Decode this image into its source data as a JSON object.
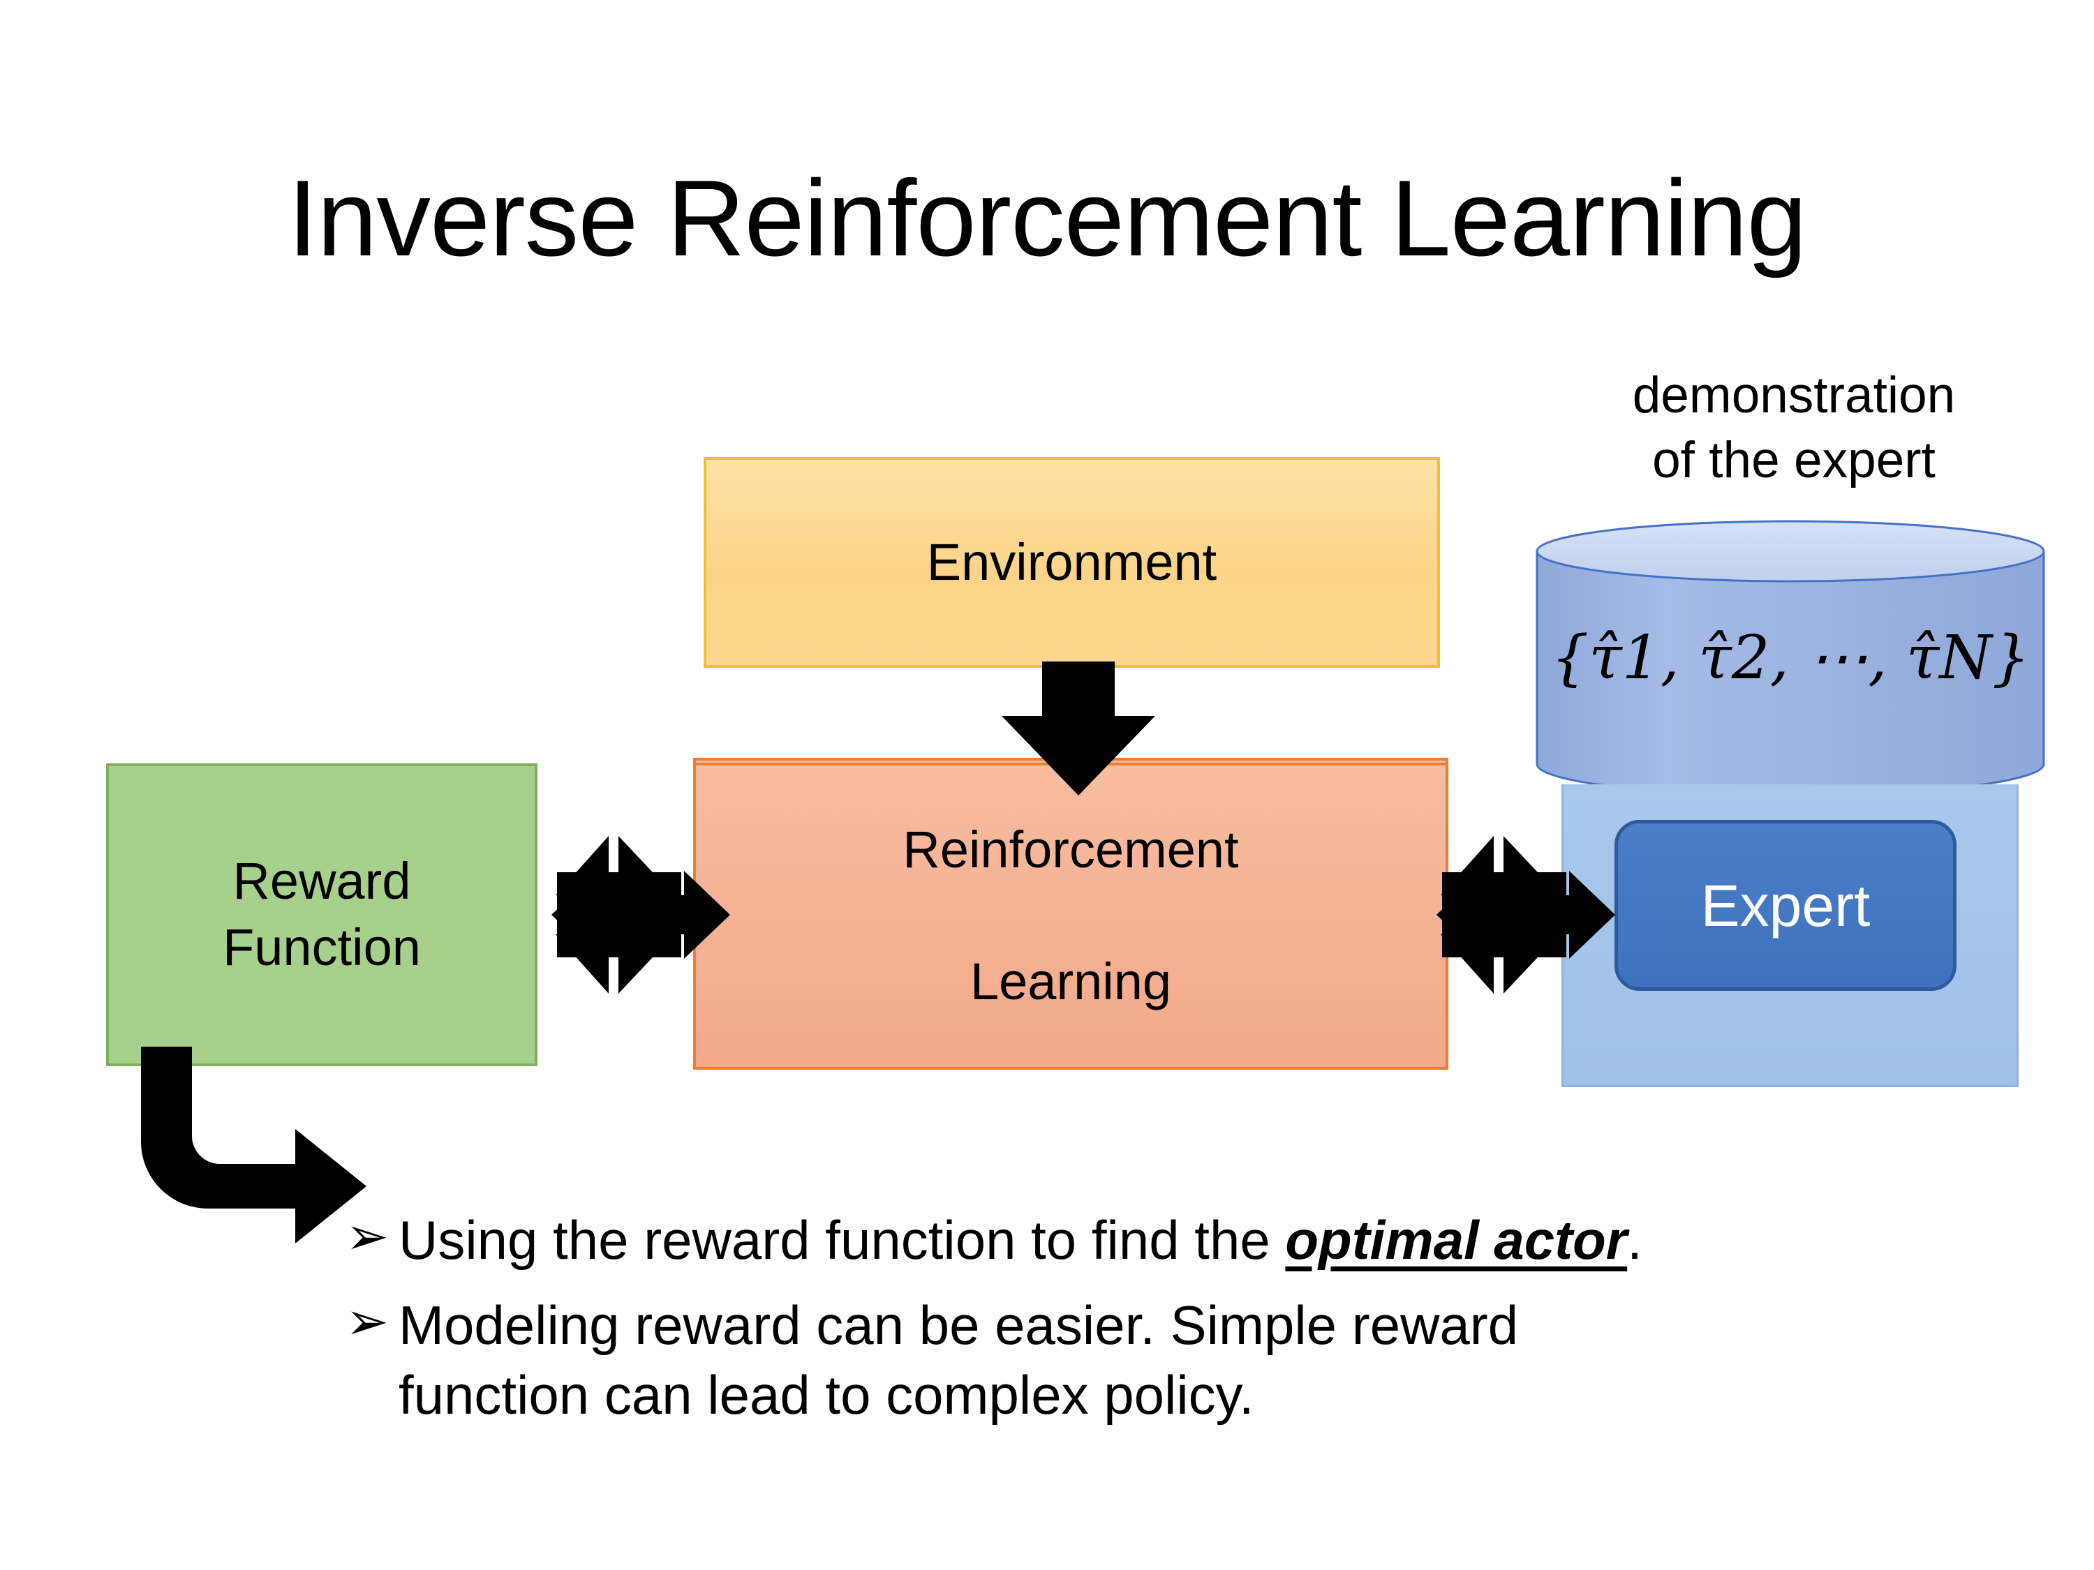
{
  "title": "Inverse Reinforcement Learning",
  "diagram": {
    "environment": {
      "label": "Environment"
    },
    "reward_function": {
      "label": "Reward\nFunction"
    },
    "reinforcement_learning": {
      "label": "Reinforcement\n\nLearning"
    },
    "expert": {
      "label": "Expert"
    },
    "demonstration_caption": "demonstration\nof the expert",
    "trajectory_set": {
      "open_brace": "{",
      "tau1": "τ̂1",
      "sep1": ", ",
      "tau2": "τ̂2",
      "sep2": ", ⋯, ",
      "tauN": "τ̂N",
      "close_brace": "}",
      "full": "{τ̂1, τ̂2, ⋯, τ̂N}"
    },
    "arrows": {
      "env_to_rl": "down-arrow",
      "reward_rl": "four-way-arrow",
      "rl_expert": "four-way-arrow",
      "reward_to_bullets": "bent-arrow"
    }
  },
  "bullets": [
    {
      "marker": "➢",
      "text_before": "Using the reward function to find the ",
      "emphasis": "optimal actor",
      "text_after": "."
    },
    {
      "marker": "➢",
      "text_before": "Modeling reward can be easier. Simple reward function can lead to complex policy.",
      "emphasis": "",
      "text_after": ""
    }
  ],
  "colors": {
    "environment_fill": "#FBD489",
    "environment_border": "#EEC12C",
    "reward_fill": "#A7D08C",
    "reward_border": "#7FB05C",
    "rl_fill": "#F5B396",
    "rl_border": "#ED7D31",
    "expert_fill": "#3F72BE",
    "expert_border": "#2E5A9C",
    "expert_backdrop": "#A2C4EA",
    "cylinder_body": "#9BB2DF",
    "cylinder_top": "#CBD9F0",
    "cylinder_border": "#4472C4",
    "arrow_black": "#000000",
    "background": "#FFFFFF"
  }
}
